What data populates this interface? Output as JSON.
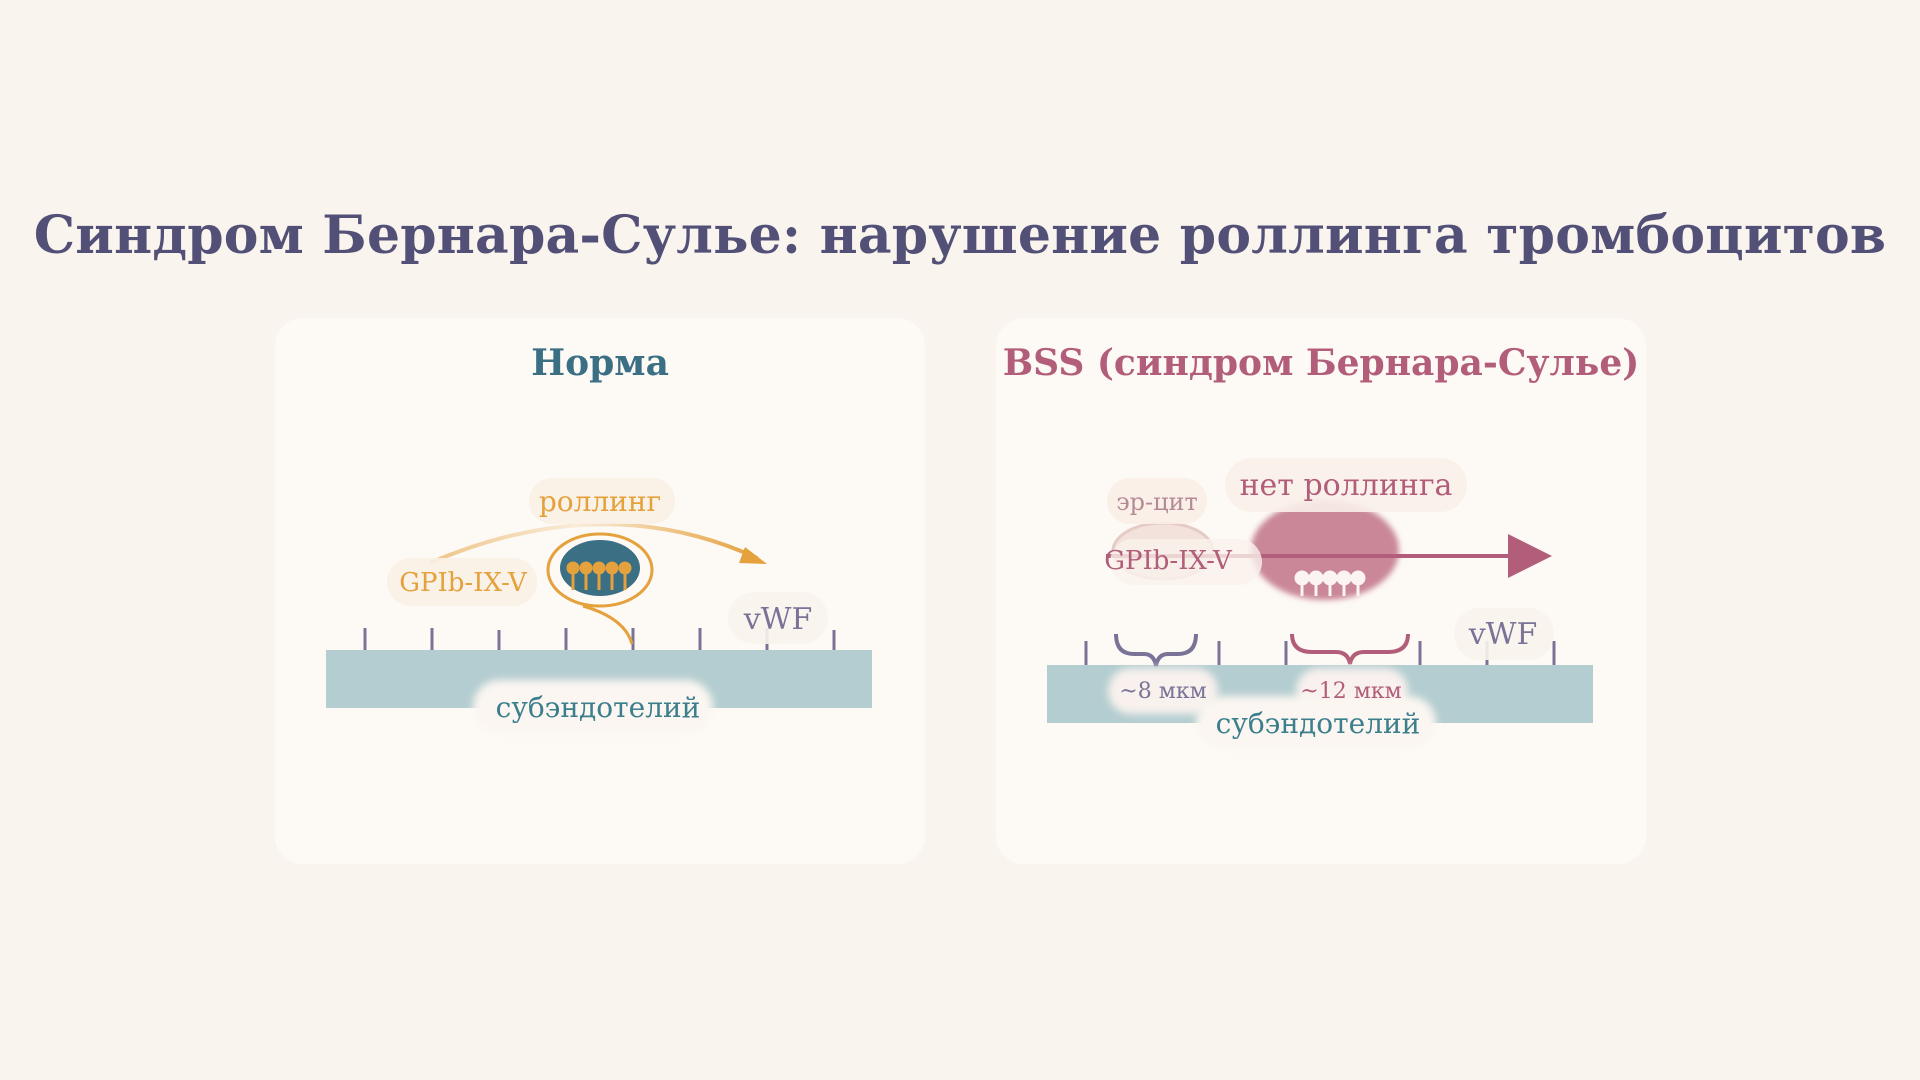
{
  "title": "Синдром Бернара-Сулье: нарушение роллинга тромбоцитов",
  "colors": {
    "background": "#faf4ef",
    "panel": "#fdf9f5",
    "title": "#535077",
    "normal_accent": "#3b6f84",
    "normal_orange": "#e4a13c",
    "bss_accent": "#b25d79",
    "subendothelium": "#b4cdd0",
    "vwf_tick": "#7a7397"
  },
  "normal": {
    "title": "Норма",
    "rolling_label": "роллинг",
    "receptor_label": "GPIb-IX-V",
    "vwf_label": "vWF",
    "surface_label": "субэндотелий"
  },
  "bss": {
    "title": "BSS (синдром Бернара-Сулье)",
    "rbc_label": "эр-цит",
    "no_rolling_label": "нет роллинга",
    "receptor_label": "GPIb-IX-V",
    "vwf_label": "vWF",
    "size_normal_label": "~8 мкм",
    "size_bss_label": "~12 мкм",
    "surface_label": "субэндотелий"
  }
}
